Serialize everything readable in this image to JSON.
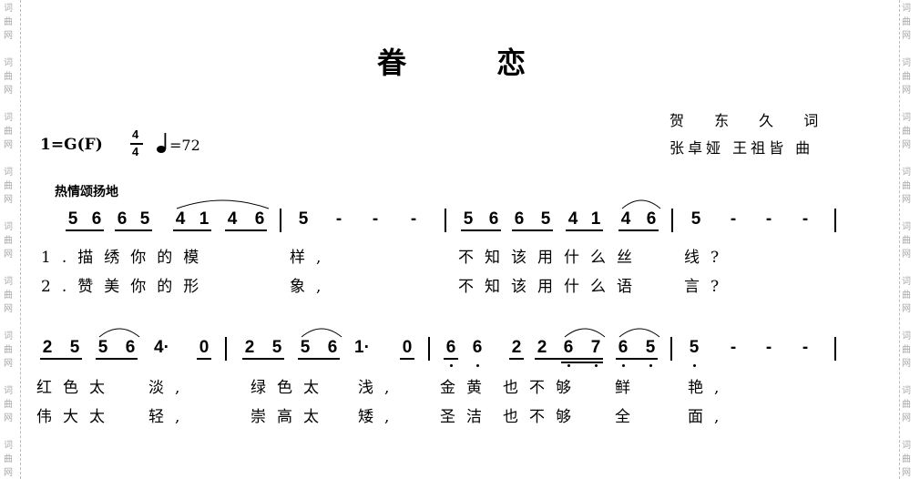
{
  "title": "眷 恋",
  "key": {
    "tonic": "1=G(F)",
    "time_top": "4",
    "time_bottom": "4",
    "note_icon": "quarter-note",
    "tempo": "=72"
  },
  "credits": {
    "lyricist": "贺 东 久 词",
    "composer": "张卓娅 王祖皆 曲"
  },
  "expression": "热情颂扬地",
  "watermark": [
    "词",
    "曲",
    "网"
  ],
  "rows": [
    {
      "notes": [
        {
          "t": "5"
        },
        {
          "t": "6"
        },
        {
          "t": "6"
        },
        {
          "t": "5"
        },
        {
          "t": "4"
        },
        {
          "t": "1"
        },
        {
          "t": "4"
        },
        {
          "t": "6"
        },
        {
          "t": "5"
        },
        {
          "t": "-"
        },
        {
          "t": "-"
        },
        {
          "t": "-"
        },
        {
          "t": "5"
        },
        {
          "t": "6"
        },
        {
          "t": "6"
        },
        {
          "t": "5"
        },
        {
          "t": "4"
        },
        {
          "t": "1"
        },
        {
          "t": "4"
        },
        {
          "t": "6"
        },
        {
          "t": "5"
        },
        {
          "t": "-"
        },
        {
          "t": "-"
        },
        {
          "t": "-"
        }
      ],
      "lyrics": [
        [
          "1.描绣你的模",
          "样,",
          "不知该用什么丝",
          "线?"
        ],
        [
          "2.赞美你的形",
          "象,",
          "不知该用什么语",
          "言?"
        ]
      ]
    },
    {
      "notes": [
        {
          "t": "2"
        },
        {
          "t": "5"
        },
        {
          "t": "5"
        },
        {
          "t": "6"
        },
        {
          "t": "4·"
        },
        {
          "t": "0"
        },
        {
          "t": "2"
        },
        {
          "t": "5"
        },
        {
          "t": "5"
        },
        {
          "t": "6"
        },
        {
          "t": "1·"
        },
        {
          "t": "0"
        },
        {
          "t": "6",
          "low": true
        },
        {
          "t": "6",
          "low": true
        },
        {
          "t": "2"
        },
        {
          "t": "2"
        },
        {
          "t": "6",
          "low": true
        },
        {
          "t": "7",
          "low": true
        },
        {
          "t": "6",
          "low": true
        },
        {
          "t": "5",
          "low": true
        },
        {
          "t": "5",
          "low": true
        },
        {
          "t": "-"
        },
        {
          "t": "-"
        },
        {
          "t": "-"
        }
      ],
      "lyrics": [
        [
          "红色太",
          "淡,",
          "绿色太",
          "浅,",
          "金黄",
          "也不够",
          "鲜",
          "艳,"
        ],
        [
          "伟大太",
          "轻,",
          "崇高太",
          "矮,",
          "圣洁",
          "也不够",
          "全",
          "面,"
        ]
      ]
    }
  ]
}
